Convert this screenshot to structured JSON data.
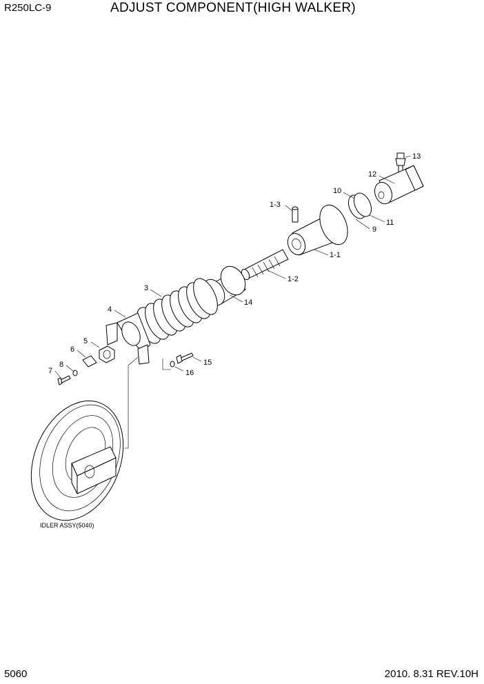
{
  "header": {
    "model": "R250LC-9",
    "title": "ADJUST COMPONENT(HIGH WALKER)"
  },
  "footer": {
    "page_number": "5060",
    "revision": "2010. 8.31  REV.10H"
  },
  "assembly_label": "IDLER ASSY(5040)",
  "callouts": {
    "p13": "13",
    "p12": "12",
    "p10": "10",
    "p11": "11",
    "p9": "9",
    "p1_3": "1-3",
    "p1_1": "1-1",
    "p1_2": "1-2",
    "p3": "3",
    "p14": "14",
    "p4": "4",
    "p5": "5",
    "p6": "6",
    "p8": "8",
    "p7": "7",
    "p15": "15",
    "p16": "16"
  }
}
